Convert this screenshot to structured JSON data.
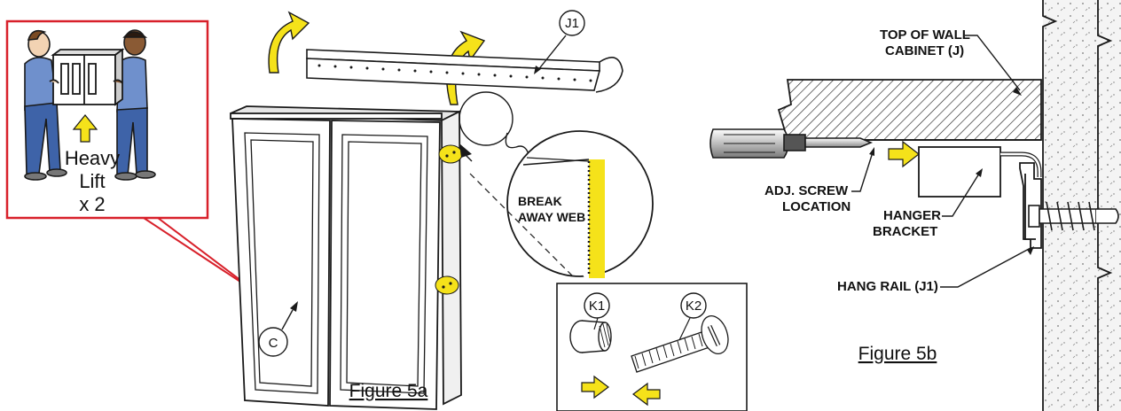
{
  "colors": {
    "ink": "#1a1a1a",
    "accent_red": "#d8202a",
    "highlight_yellow": "#f5e21a",
    "shirt_blue": "#6f90cc",
    "pants_blue": "#3e63a8"
  },
  "inset": {
    "lines": [
      "Heavy",
      "Lift",
      "x 2"
    ]
  },
  "parts": {
    "rail": "J1",
    "cabinet": "C",
    "k1": "K1",
    "k2": "K2"
  },
  "zoom": {
    "line1": "BREAK",
    "line2": "AWAY WEB"
  },
  "fig5a": {
    "caption": "Figure 5a"
  },
  "fig5b": {
    "caption": "Figure 5b",
    "top_line1": "TOP OF WALL",
    "top_line2": "CABINET (J)",
    "screw_line1": "ADJ. SCREW",
    "screw_line2": "LOCATION",
    "hanger_line1": "HANGER",
    "hanger_line2": "BRACKET",
    "rail": "HANG RAIL (J1)"
  },
  "icons": [
    "curved-arrow-icon",
    "screwdriver-icon",
    "screw-icon",
    "arrow-right-icon",
    "arrow-left-icon"
  ]
}
